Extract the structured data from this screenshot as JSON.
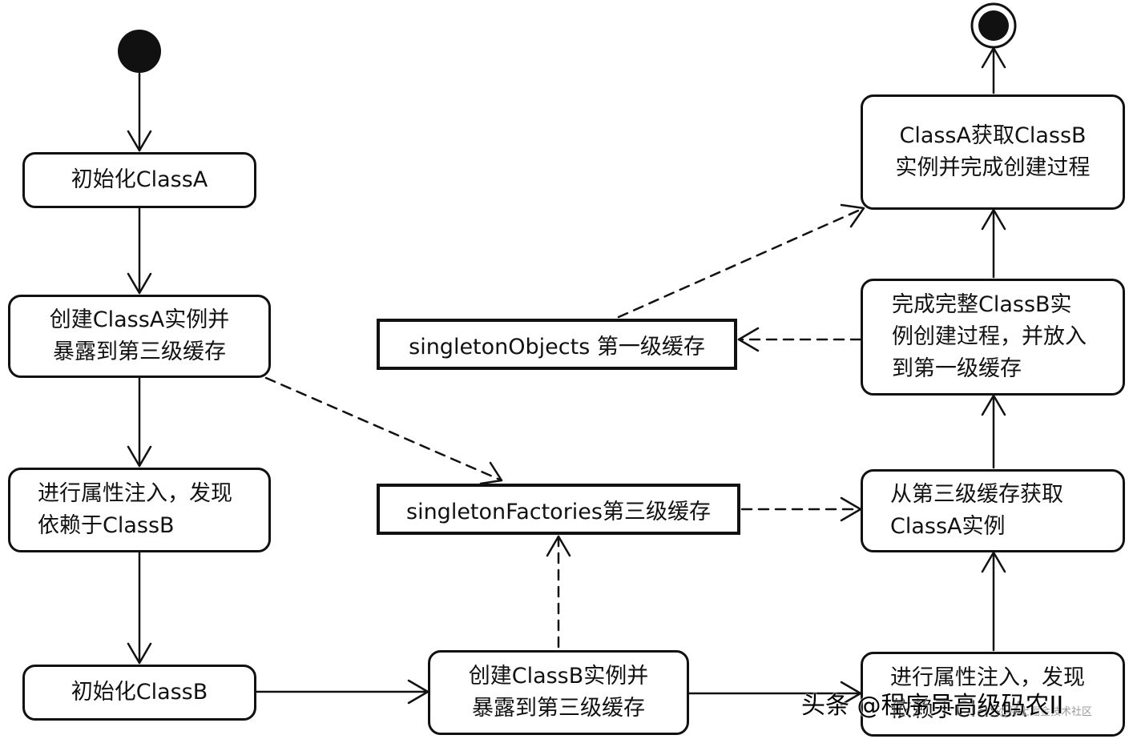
{
  "nodes": {
    "init_a": "初始化ClassA",
    "create_a": "创建ClassA实例并\n暴露到第三级缓存",
    "inject_a": "进行属性注入，发现\n依赖于ClassB",
    "init_b": "初始化ClassB",
    "create_b": "创建ClassB实例并\n暴露到第三级缓存",
    "inject_b": "进行属性注入，发现\n依赖于ClassA",
    "get_a_from_l3": "从第三级缓存获取\nClassA实例",
    "complete_b": "完成完整ClassB实\n例创建过程，并放入\n到第一级缓存",
    "a_gets_b": "ClassA获取ClassB\n实例并完成创建过程"
  },
  "stores": {
    "singleton_objects": "singletonObjects 第一级缓存",
    "singleton_factories": "singletonFactories第三级缓存"
  },
  "watermark": {
    "main": "头条 @程序员高级码农II",
    "sub": "@稀土掘金技术社区"
  },
  "colors": {
    "stroke": "#111111",
    "background": "#ffffff"
  }
}
